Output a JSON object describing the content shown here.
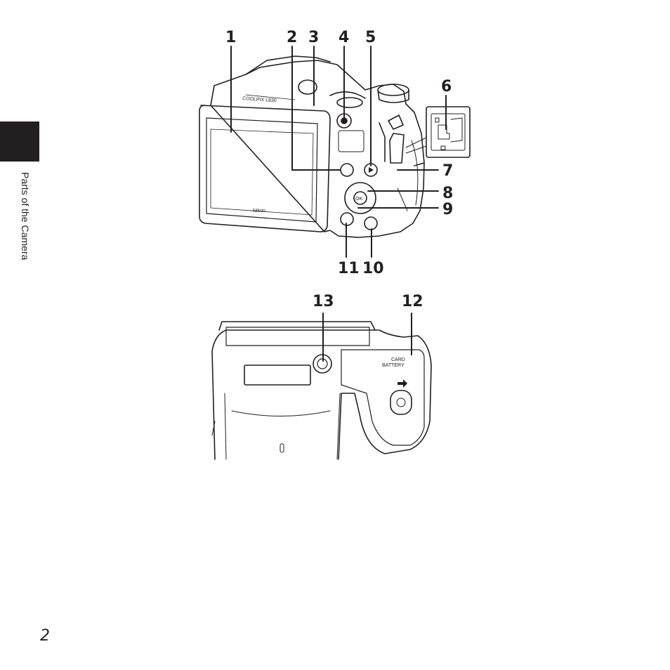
{
  "section_label": "Parts of the Camera",
  "page_number": "2",
  "camera_model_text": "COOLPIX L830",
  "brand_text": "Nikon",
  "card_label": "CARD",
  "battery_label": "BATTERY",
  "ok_label": "OK",
  "callouts": {
    "c1": "1",
    "c2": "2",
    "c3": "3",
    "c4": "4",
    "c5": "5",
    "c6": "6",
    "c7": "7",
    "c8": "8",
    "c9": "9",
    "c10": "10",
    "c11": "11",
    "c12": "12",
    "c13": "13"
  }
}
